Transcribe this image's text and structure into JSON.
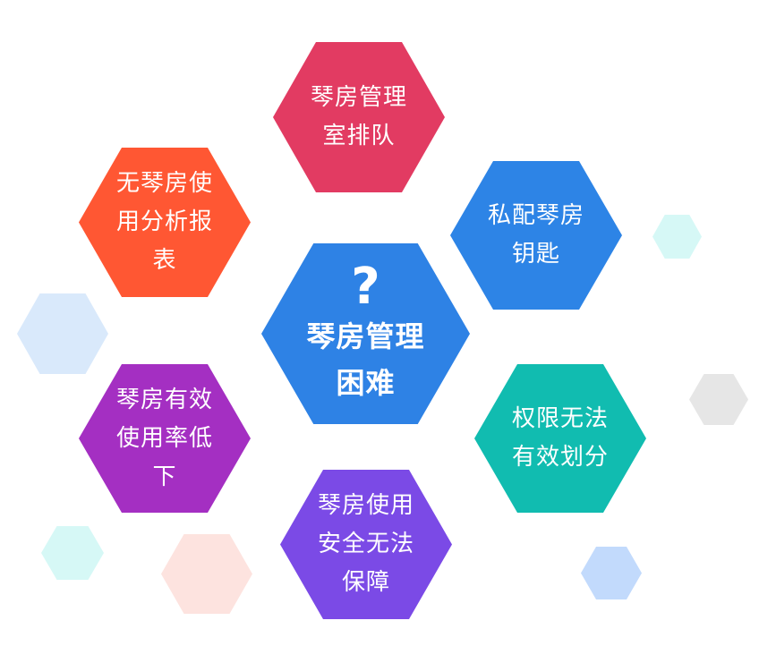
{
  "center": {
    "icon": "question-mark-icon",
    "symbol": "?",
    "lines": [
      "琴房管理",
      "困难"
    ],
    "color": "#2e82e5"
  },
  "problems": [
    {
      "lines": [
        "琴房管理",
        "室排队"
      ],
      "color": "#e23b62"
    },
    {
      "lines": [
        "无琴房使",
        "用分析报",
        "表"
      ],
      "color": "#ff5733"
    },
    {
      "lines": [
        "私配琴房",
        "钥匙"
      ],
      "color": "#2d84e6"
    },
    {
      "lines": [
        "琴房有效",
        "使用率低",
        "下"
      ],
      "color": "#a42fc2"
    },
    {
      "lines": [
        "权限无法",
        "有效划分"
      ],
      "color": "#11bcb0"
    },
    {
      "lines": [
        "琴房使用",
        "安全无法",
        "保障"
      ],
      "color": "#7b4ae6"
    }
  ],
  "decor_colors": [
    "#d9e9fb",
    "#d6f8f6",
    "#e6e6e6",
    "#d6f8f6",
    "#fde3df",
    "#c2dafc"
  ]
}
